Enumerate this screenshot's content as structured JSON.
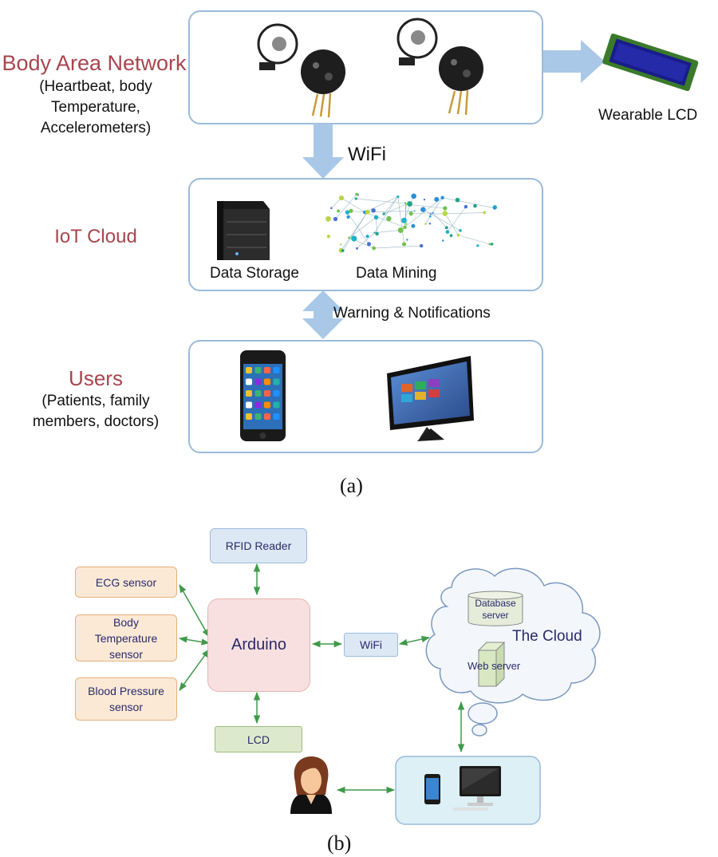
{
  "panel_a": {
    "ban": {
      "title": "Body Area Network",
      "subtitle_lines": [
        "(Heartbeat, body",
        "Temperature,",
        "Accelerometers)"
      ]
    },
    "wearable_lcd": "Wearable LCD",
    "wifi_label": "WiFi",
    "cloud": {
      "title": "IoT Cloud",
      "data_storage": "Data Storage",
      "data_mining": "Data Mining"
    },
    "warning_label": "Warning & Notifications",
    "users": {
      "title": "Users",
      "subtitle_lines": [
        "(Patients, family",
        "members, doctors)"
      ]
    },
    "caption": "(a)"
  },
  "panel_b": {
    "rfid": "RFID Reader",
    "ecg": "ECG sensor",
    "body_temp_lines": [
      "Body",
      "Temperature",
      "sensor"
    ],
    "blood_pressure_lines": [
      "Blood Pressure",
      "sensor"
    ],
    "arduino": "Arduino",
    "wifi": "WiFi",
    "lcd": "LCD",
    "cloud": {
      "title": "The Cloud",
      "database_lines": [
        "Database",
        "server"
      ],
      "web_server": "Web server"
    },
    "caption": "(b)"
  },
  "colors": {
    "box_border": "#9bbbd9",
    "arrow_fill": "#a9c8e8",
    "red_label": "#a9454e",
    "green_arrow": "#3f9a4a",
    "sensor_fill": "#fbe9d6",
    "sensor_border": "#e8b07a",
    "arduino_fill": "#f8e0e0",
    "rfid_fill": "#dde8f5",
    "lcd_fill": "#dde9cd",
    "cloud_fill": "#f3f7fc",
    "device_box_fill": "#dcf0f6"
  }
}
